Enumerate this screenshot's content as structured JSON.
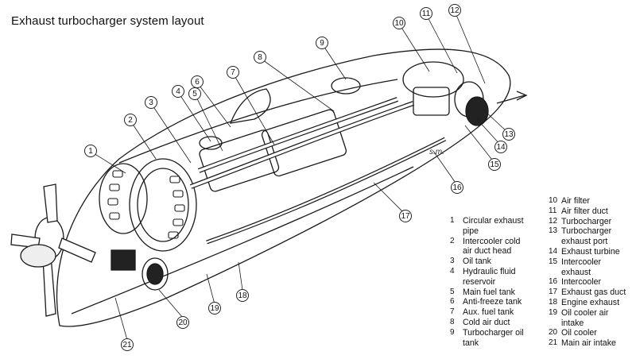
{
  "title": "Exhaust turbocharger system layout",
  "legend_left": [
    {
      "num": "1",
      "text": "Circular exhaust\npipe"
    },
    {
      "num": "2",
      "text": "Intercooler cold\nair duct head"
    },
    {
      "num": "3",
      "text": "Oil tank"
    },
    {
      "num": "4",
      "text": "Hydraulic fluid\nreservoir"
    },
    {
      "num": "5",
      "text": "Main fuel tank"
    },
    {
      "num": "6",
      "text": "Anti-freeze tank"
    },
    {
      "num": "7",
      "text": "Aux. fuel tank"
    },
    {
      "num": "8",
      "text": "Cold air duct"
    },
    {
      "num": "9",
      "text": "Turbocharger oil\ntank"
    }
  ],
  "legend_right": [
    {
      "num": "10",
      "text": "Air filter"
    },
    {
      "num": "11",
      "text": "Air filter duct"
    },
    {
      "num": "12",
      "text": "Turbocharger"
    },
    {
      "num": "13",
      "text": "Turbocharger\nexhaust port"
    },
    {
      "num": "14",
      "text": "Exhaust turbine"
    },
    {
      "num": "15",
      "text": "Intercooler\nexhaust"
    },
    {
      "num": "16",
      "text": "Intercooler"
    },
    {
      "num": "17",
      "text": "Exhaust gas duct"
    },
    {
      "num": "18",
      "text": "Engine exhaust"
    },
    {
      "num": "19",
      "text": "Oil cooler air\nintake"
    },
    {
      "num": "20",
      "text": "Oil cooler"
    },
    {
      "num": "21",
      "text": "Main air intake"
    }
  ],
  "signature": "s.m."
}
